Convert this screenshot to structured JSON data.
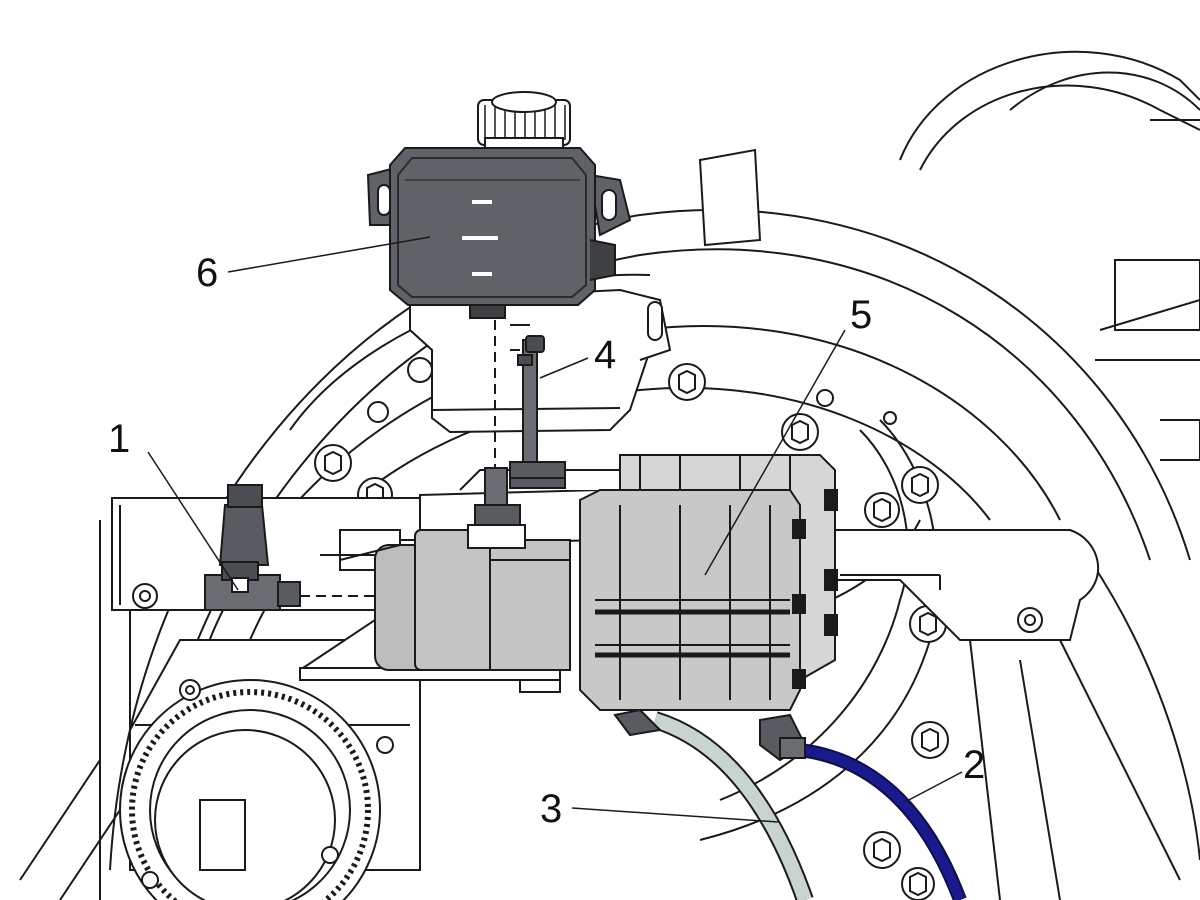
{
  "callouts": [
    {
      "id": "1",
      "label": "1"
    },
    {
      "id": "2",
      "label": "2"
    },
    {
      "id": "3",
      "label": "3"
    },
    {
      "id": "4",
      "label": "4"
    },
    {
      "id": "5",
      "label": "5"
    },
    {
      "id": "6",
      "label": "6"
    }
  ],
  "colors": {
    "line": "#1a1a1a",
    "housing": "#ffffff",
    "reservoir": "#5f6266",
    "reservoir_dark": "#3e4044",
    "body_gray": "#bdbdbd",
    "body_light": "#d0d0d0",
    "hose_blue": "#1a1a8c",
    "hose_clear": "#c9d3d0"
  }
}
